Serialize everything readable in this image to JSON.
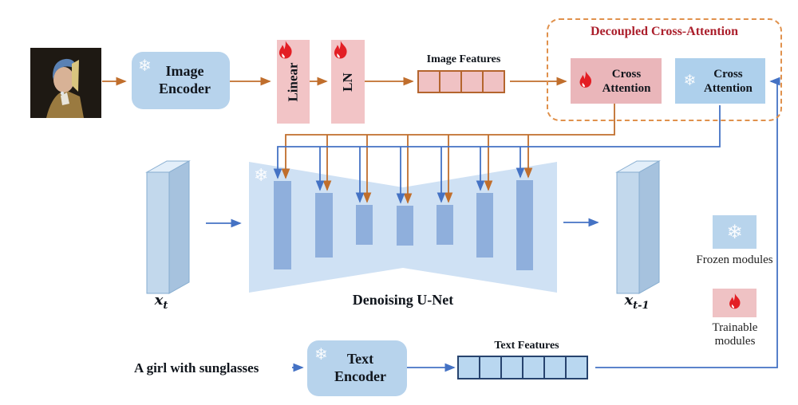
{
  "figure": {
    "title": "Decoupled Cross-Attention",
    "prompt": "A girl with sunglasses"
  },
  "nodes": {
    "image_encoder": {
      "label": "Image Encoder"
    },
    "linear": {
      "label": "Linear"
    },
    "ln": {
      "label": "LN"
    },
    "image_features": {
      "label": "Image Features",
      "cell_count": 4
    },
    "cross_attention_image": {
      "label": "Cross Attention"
    },
    "cross_attention_text": {
      "label": "Cross Attention"
    },
    "unet": {
      "label": "Denoising U-Net"
    },
    "text_encoder": {
      "label": "Text Encoder"
    },
    "text_features": {
      "label": "Text Features",
      "cell_count": 6
    }
  },
  "labels": {
    "xt": {
      "base": "x",
      "sub": "t"
    },
    "xt_minus_1": {
      "base": "x",
      "sub": "t-1"
    }
  },
  "legend": {
    "frozen": "Frozen modules",
    "trainable": "Trainable modules"
  },
  "icons": {
    "snowflake_glyph": "❄",
    "flame": "flame-shape",
    "snowflake_meaning": "frozen module",
    "flame_meaning": "trainable module"
  },
  "colors": {
    "arrow_orange": "#c06e2c",
    "arrow_blue": "#4472c4",
    "box_blue": "#b7d3ec",
    "box_pink": "#f0c2c4",
    "cross_attn_pink": "#eab6ba",
    "cross_attn_blue": "#aed0ec",
    "unet_fill": "#cfe1f4",
    "bar_fill": "#8fafdc",
    "title_red": "#ab1f2c",
    "dashed_border": "#e0914c",
    "text_cell_border": "#27436e",
    "image_cell_border": "#b4652e"
  }
}
